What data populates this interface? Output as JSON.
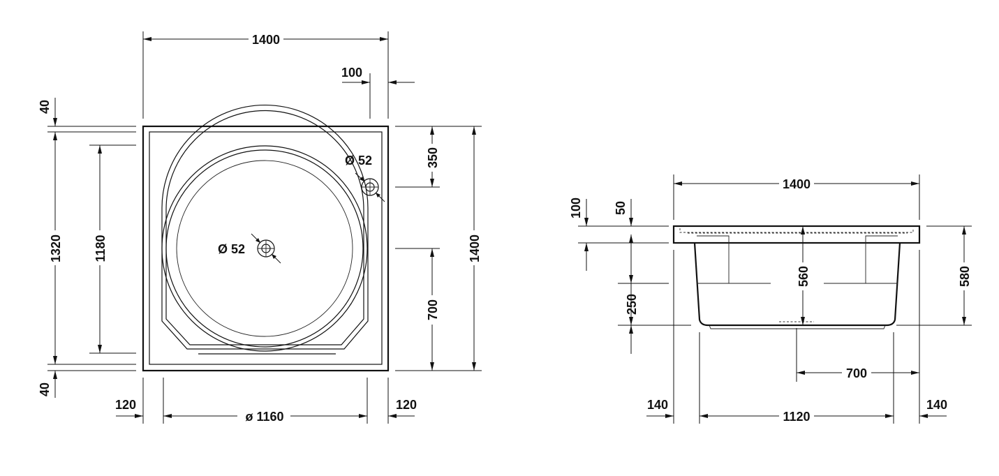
{
  "top_view": {
    "overall_width": "1400",
    "edge_to_outlet": "100",
    "rim_top": "40",
    "inner_height": "1320",
    "bowl_height": "1180",
    "outlet_from_top": "350",
    "overflow_diameter": "Ø 52",
    "drain_diameter": "Ø 52",
    "overall_depth": "1400",
    "lower_offset": "700",
    "rim_bottom": "40",
    "left_margin": "120",
    "bowl_diameter": "ø 1160",
    "right_margin": "120"
  },
  "side_view": {
    "overall_width": "1400",
    "rim_100": "100",
    "rim_50": "50",
    "inner_depth": "560",
    "overall_height": "580",
    "lower_height": "250",
    "right_offset": "700",
    "left_margin": "140",
    "base_width": "1120",
    "right_margin": "140"
  }
}
